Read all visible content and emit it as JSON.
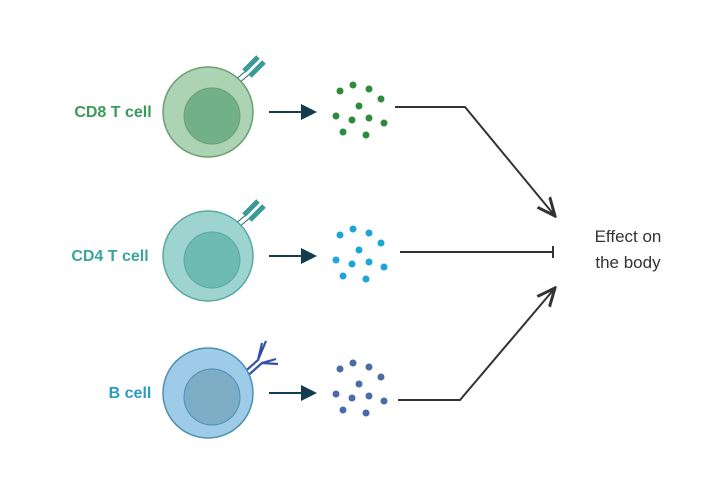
{
  "rows": [
    {
      "label": "CD8 T cell",
      "color": "#3a9a5b",
      "cell": "#acd3b4",
      "stroke": "#6c9e74",
      "nucleus": "#72b08a",
      "dot": "#2e8b3e",
      "receptor": "tcr"
    },
    {
      "label": "CD4 T cell",
      "color": "#3aa59a",
      "cell": "#9dd4cf",
      "stroke": "#5aa9a2",
      "nucleus": "#6cbab0",
      "dot": "#1ba6d6",
      "receptor": "tcr"
    },
    {
      "label": "B cell",
      "color": "#2e9cc0",
      "cell": "#9dcbe8",
      "stroke": "#4e8fb3",
      "nucleus": "#7eaec5",
      "dot": "#4a6aa8",
      "receptor": "antibody"
    }
  ],
  "effect": {
    "line1": "Effect on",
    "line2": "the body"
  },
  "colors": {
    "arrow": "#123c52",
    "line": "#333333"
  }
}
